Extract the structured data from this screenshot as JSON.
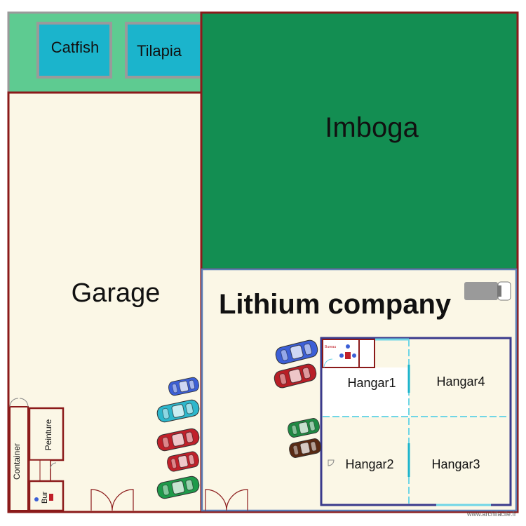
{
  "rooms": {
    "catfish": "Catfish",
    "tilapia": "Tilapia",
    "imboga": "Imboga",
    "garage": "Garage",
    "lithium": "Lithium company",
    "hangar1": "Hangar1",
    "hangar2": "Hangar2",
    "hangar3": "Hangar3",
    "hangar4": "Hangar4",
    "container": "Container",
    "peinture": "Peinture",
    "bur": "Bur",
    "bureau": "Bureau"
  },
  "watermark": "www.archifacile.fr",
  "colors": {
    "wall": "#8b1a1a",
    "garage_floor": "#fbf7e6",
    "imboga": "#138e52",
    "pond_area": "#5ecb91",
    "water": "#1bb4cc",
    "lithium_border": "#5b7db5",
    "hangar_wall": "#3a3a8c",
    "light_blue": "#6fd6e6"
  },
  "vehicles": [
    {
      "name": "car-blue-garage",
      "color": "#3c5fd6"
    },
    {
      "name": "car-cyan-garage",
      "color": "#2db7cc"
    },
    {
      "name": "car-red-garage-1",
      "color": "#c0202a"
    },
    {
      "name": "car-red-garage-2",
      "color": "#c0202a"
    },
    {
      "name": "car-green-garage",
      "color": "#1e9a4a"
    },
    {
      "name": "car-blue-lithium",
      "color": "#3c5fd6"
    },
    {
      "name": "car-red-lithium",
      "color": "#b81e26"
    },
    {
      "name": "car-green-lithium",
      "color": "#1f8a43"
    },
    {
      "name": "car-brown-lithium",
      "color": "#5a2a14"
    },
    {
      "name": "truck-grey",
      "color": "#9a9a9a"
    }
  ]
}
